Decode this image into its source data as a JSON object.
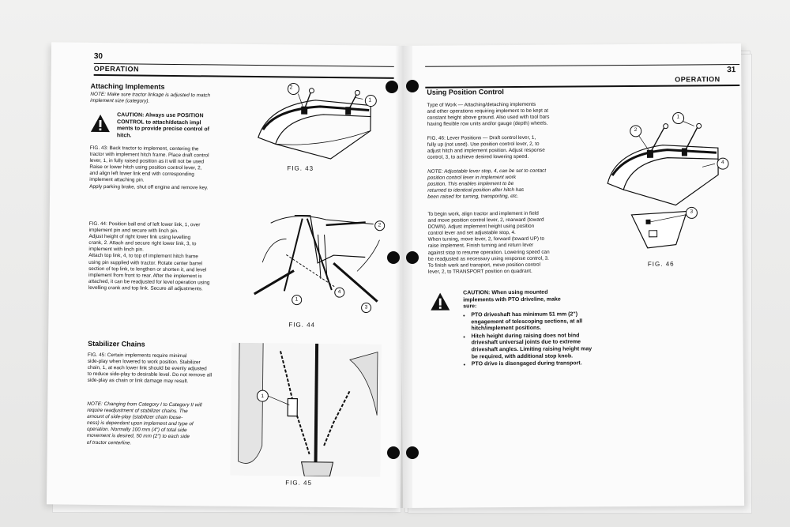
{
  "left_page": {
    "page_number": "30",
    "section": "OPERATION",
    "attaching": {
      "heading": "Attaching Implements",
      "note": "NOTE: Make sure tractor linkage is adjusted to match\n     implement size (category).",
      "caution": "CAUTION: Always use POSITION\nCONTROL to attach/detach impl\nments to provide precise control of\nhitch.",
      "fig43_text": "FIG. 43:  Back tractor to implement, centering the\ntractor with implement hitch frame. Place draft control\nlever, 1, in fully raised position as it will not be used\n   Raise or lower hitch using position control lever, 2,\nand align left lower link end with corresponding\nimplement attaching pin.\n   Apply parking brake, shut off engine and remove key.",
      "fig44_text": "FIG. 44:  Position ball end of left lower link, 1, over\nimplement pin and secure with linch pin.\n   Adjust height of right lower link using levelling\ncrank, 2. Attach and secure right lower link, 3, to\nimplement with linch pin.\n   Attach top link, 4, to top of implement hitch frame\nusing pin supplied with tractor. Rotate center barrel\nsection of top link, to lengthen or shorten it, and level\nimplement from front to rear. After the implement is\nattached, it can be readjusted for level operation using\nlevelling crank and top link. Secure all adjustments."
    },
    "stabilizer": {
      "heading": "Stabilizer Chains",
      "fig45_text": "FIG. 45:  Certain implements require minimal\nside-play when lowered to work position. Stabilizer\nchain, 1, at each lower link should be evenly adjusted\nto reduce side-play to desirable level. Do not remove all\nside-play as chain or link damage may result.",
      "note": "NOTE: Changing from Category I to Category II will\n     require readjustment of stabilizer chains. The\n     amount of side-play (stabilizer chain loose-\n     ness) is dependant upon implement and type of\n     operation. Normally 100 mm (4\") of total side\n     movement is desired, 50 mm (2\") to each side\n     of tractor centerline."
    },
    "figures": {
      "fig43": "FIG. 43",
      "fig44": "FIG. 44",
      "fig45": "FIG. 45"
    },
    "callouts": {
      "fig43": [
        "2",
        "1"
      ],
      "fig44": [
        "2",
        "1",
        "4",
        "3"
      ],
      "fig45": [
        "1"
      ]
    }
  },
  "right_page": {
    "page_number": "31",
    "section": "OPERATION",
    "heading": "Using Position Control",
    "type_of_work": "Type of Work — Attaching/detaching implements\nand other operations requiring implement to be kept at\nconstant height above ground. Also used with tool bars\nhaving flexible row units and/or gauge (depth) wheels.",
    "fig46_text": "FIG. 46:  Lever Positions — Draft control lever, 1,\nfully up (not used). Use position control lever, 2, to\nadjust hitch and implement position. Adjust response\ncontrol, 3, to achieve desired lowering speed.",
    "note": "NOTE: Adjustable lever stop, 4, can be set to contact\n     position control lever in implement work\n     position. This enables implement to be\n     returned to identical position after hitch has\n     been raised for turning, transporting, etc.",
    "begin_work": "   To begin work, align tractor and implement in field\nand move position control lever, 2, rearward (toward\nDOWN). Adjust implement height using position\ncontrol lever and set adjustable stop, 4.\n   When turning, move lever, 2, forward (toward UP) to\nraise implement. Finish turning and return lever\nagainst stop to resume operation. Lowering speed can\nbe readjusted as necessary using response control, 3.\n   To finish work and transport, move position control\nlever, 2, to TRANSPORT position on quadrant.",
    "caution_intro": "CAUTION: When using mounted\nimplements with PTO driveline, make\nsure:",
    "bullets": [
      "PTO driveshaft has minimum 51 mm (2\") engagement of telescoping sections, at all hitch/implement positions.",
      "Hitch height during raising does not bind driveshaft universal joints due to extreme driveshaft angles. Limiting raising height may be required, with additional stop knob.",
      "PTO drive is disengaged during transport."
    ],
    "figures": {
      "fig46": "FIG. 46"
    },
    "callouts": {
      "fig46": [
        "2",
        "1",
        "4",
        "3"
      ]
    }
  }
}
